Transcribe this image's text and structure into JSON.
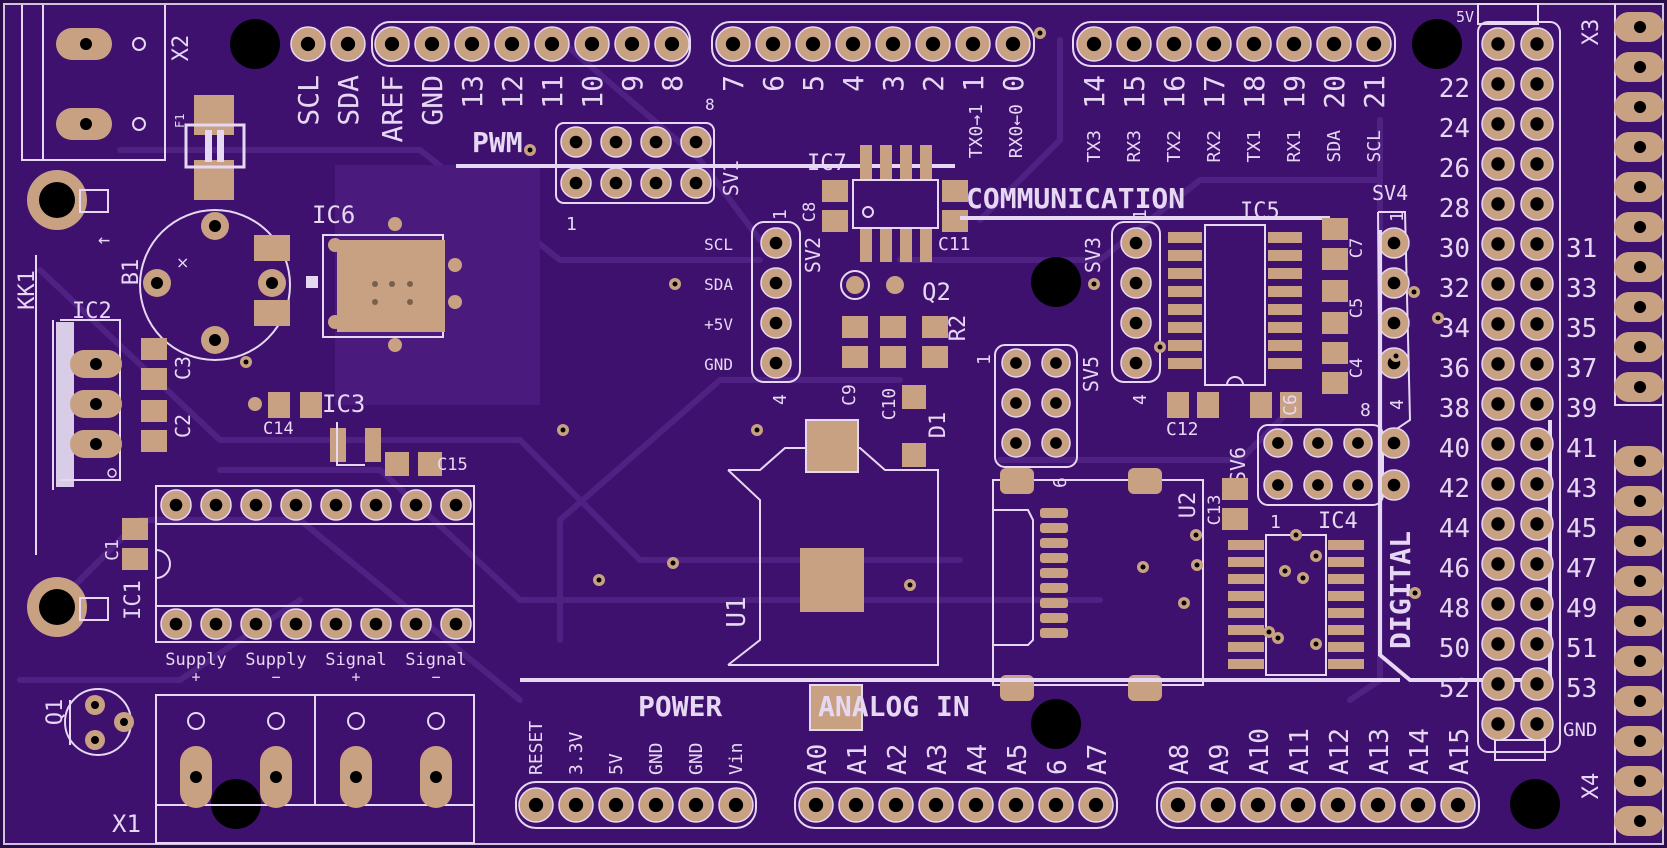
{
  "board": {
    "colors": {
      "board": "#3f116f",
      "trace": "#4e2183",
      "pad": "#c8a183",
      "silk": "#e6d7f2",
      "hole": "#000000"
    }
  },
  "headers": {
    "top_left": [
      "SCL",
      "SDA",
      "AREF",
      "GND",
      "13",
      "12",
      "11",
      "10",
      "9",
      "8"
    ],
    "top_mid": [
      "7",
      "6",
      "5",
      "4",
      "3",
      "2",
      "1",
      "0"
    ],
    "top_right": [
      "14",
      "15",
      "16",
      "17",
      "18",
      "19",
      "20",
      "21"
    ],
    "comm_signals": [
      "TX3",
      "RX3",
      "TX2",
      "RX2",
      "TX1",
      "RX1",
      "SDA",
      "SCL"
    ],
    "tx0": "TX0→1",
    "rx0": "RX0←0",
    "digital_left": [
      "22",
      "24",
      "26",
      "28",
      "30",
      "32",
      "34",
      "36",
      "38",
      "40",
      "42",
      "44",
      "46",
      "48",
      "50",
      "52"
    ],
    "digital_right": [
      "31",
      "33",
      "35",
      "37",
      "39",
      "41",
      "43",
      "45",
      "47",
      "49",
      "51",
      "53"
    ],
    "power": [
      "RESET",
      "3.3V",
      "5V",
      "GND",
      "GND",
      "Vin"
    ],
    "analog_a": [
      "A0",
      "A1",
      "A2",
      "A3",
      "A4",
      "A5",
      "6",
      "A7"
    ],
    "analog_b": [
      "A8",
      "A9",
      "A10",
      "A11",
      "A12",
      "A13",
      "A14",
      "A15"
    ],
    "sv2": [
      "SCL",
      "SDA",
      "+5V",
      "GND"
    ],
    "signal_labels": [
      "Supply",
      "Supply",
      "Signal",
      "Signal"
    ],
    "signal_pol": [
      "+",
      "−",
      "+",
      "−"
    ]
  },
  "labels": {
    "pwm": "PWM",
    "communication": "COMMUNICATION",
    "power": "POWER",
    "analog_in": "ANALOG IN",
    "digital": "DIGITAL",
    "gnd": "GND",
    "v5": "5V"
  },
  "parts": {
    "X2": "X2",
    "X3": "X3",
    "X4": "X4",
    "X1": "X1",
    "F1": "F1",
    "KK1": "KK1",
    "IC2": "IC2",
    "B1": "B1",
    "IC6": "IC6",
    "C3": "C3",
    "C2": "C2",
    "C14": "C14",
    "IC3": "IC3",
    "C15": "C15",
    "C1": "C1",
    "IC1": "IC1",
    "Q1": "Q1",
    "SV1": "SV1",
    "IC7": "IC7",
    "C8": "C8",
    "C11": "C11",
    "SV2": "SV2",
    "Q2": "Q2",
    "R2": "R2",
    "C9": "C9",
    "C10": "C10",
    "D1": "D1",
    "U1": "U1",
    "SV5": "SV5",
    "SV3": "SV3",
    "IC5": "IC5",
    "SV4": "SV4",
    "C7": "C7",
    "C5": "C5",
    "C4": "C4",
    "C12": "C12",
    "C6": "C6",
    "SV6": "SV6",
    "U2": "U2",
    "C13": "C13",
    "IC4": "IC4"
  },
  "pin_numbers": {
    "one": "1",
    "four": "4",
    "six": "6",
    "eight": "8"
  }
}
